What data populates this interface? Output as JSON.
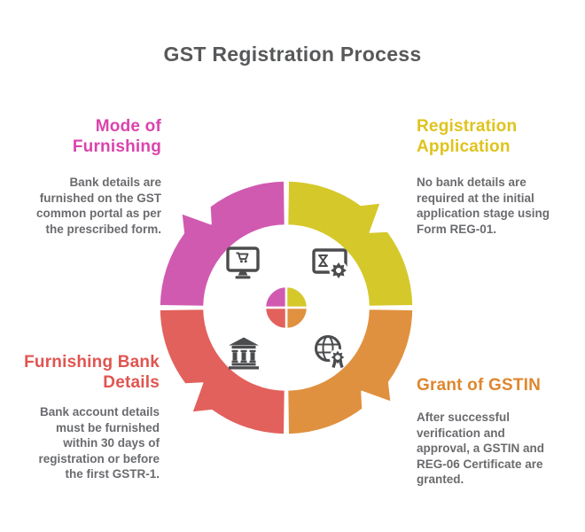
{
  "title": "GST Registration Process",
  "title_color": "#57585a",
  "body_text_color": "#6a6b6e",
  "icon_color": "#4b4c4e",
  "steps": [
    {
      "key": "registration-application",
      "position": "top-right",
      "title": "Registration Application",
      "heading_color": "#dfc31d",
      "body": "No bank details are required at the initial application stage using Form REG-01.",
      "segment_color": "#d5c82a",
      "icon": "form-gear-icon"
    },
    {
      "key": "grant-of-gstin",
      "position": "bottom-right",
      "title": "Grant of GSTIN",
      "heading_color": "#df862e",
      "body": "After successful verification and approval, a GSTIN and REG-06 Certificate are granted.",
      "segment_color": "#e0913f",
      "icon": "globe-certificate-icon"
    },
    {
      "key": "furnishing-bank-details",
      "position": "bottom-left",
      "title": "Furnishing Bank Details",
      "heading_color": "#e15450",
      "body": "Bank account details must be furnished within 30 days of registration or before the first GSTR-1.",
      "segment_color": "#e2615c",
      "icon": "bank-icon"
    },
    {
      "key": "mode-of-furnishing",
      "position": "top-left",
      "title": "Mode of Furnishing",
      "heading_color": "#da44ad",
      "body": "Bank details are furnished on the GST common portal as per the prescribed form.",
      "segment_color": "#d15ab1",
      "icon": "monitor-cart-icon"
    }
  ]
}
